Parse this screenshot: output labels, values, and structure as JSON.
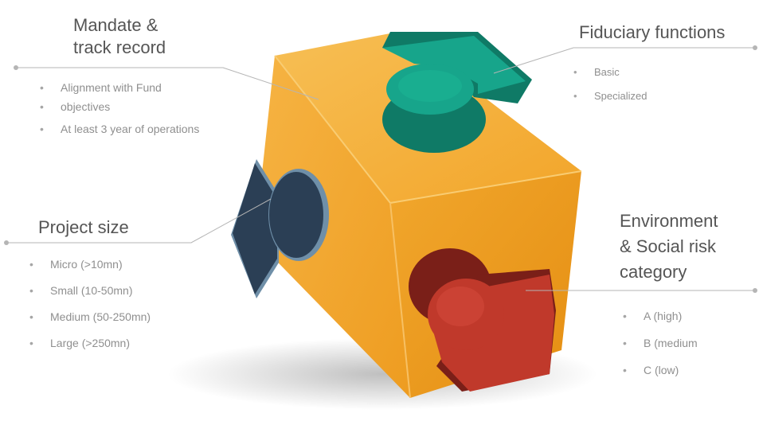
{
  "sections": {
    "mandate": {
      "title_line1": "Mandate &",
      "title_line2": "track record",
      "items": [
        "Alignment with Fund",
        "objectives",
        "At least 3 year of operations"
      ]
    },
    "fiduciary": {
      "title": "Fiduciary functions",
      "items": [
        "Basic",
        "Specialized"
      ]
    },
    "project_size": {
      "title": "Project size",
      "items": [
        "Micro (>10mn)",
        "Small (10-50mn)",
        "Medium (50-250mn)",
        "Large (>250mn)"
      ]
    },
    "env_social": {
      "title_line1": "Environment",
      "title_line2": "& Social risk",
      "title_line3": "category",
      "items": [
        "A (high)",
        "B (medium",
        "C (low)"
      ]
    }
  },
  "colors": {
    "cube_top": "#f5b43c",
    "cube_front": "#f2a527",
    "cube_right": "#ea9418",
    "piece_green": "#159e85",
    "piece_navy": "#2b3f55",
    "piece_red": "#c0392b",
    "connector": "#b5b5b5"
  },
  "icons": [
    "cube-puzzle-graphic",
    "green-puzzle-piece",
    "navy-puzzle-piece",
    "red-puzzle-piece"
  ]
}
